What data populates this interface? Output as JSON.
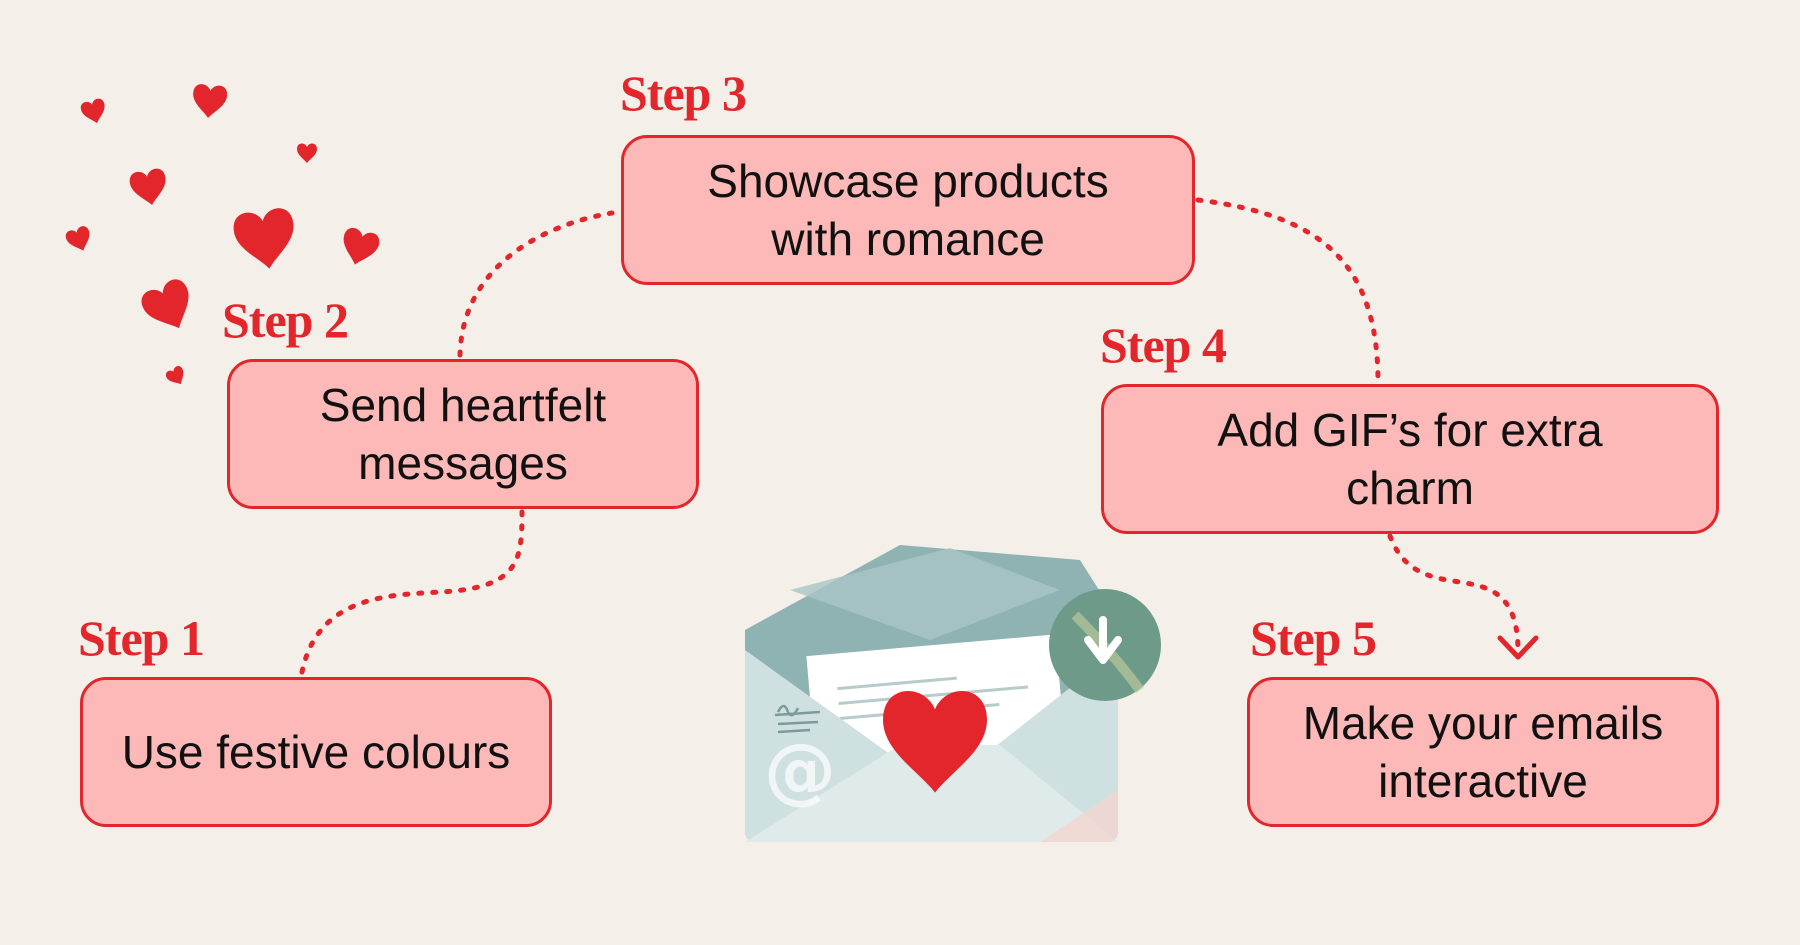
{
  "steps": [
    {
      "label": "Step 1",
      "text": "Use festive colours"
    },
    {
      "label": "Step 2",
      "text": "Send heartfelt messages"
    },
    {
      "label": "Step 3",
      "text": "Showcase products with romance"
    },
    {
      "label": "Step 4",
      "text": "Add GIF’s for extra charm"
    },
    {
      "label": "Step 5",
      "text": "Make your emails interactive"
    }
  ],
  "colors": {
    "background": "#f4efe8",
    "accent": "#e3262b",
    "box_fill": "#fdb9b7",
    "envelope": "#cfe0e0",
    "envelope_dark": "#8fb2b2"
  },
  "icons": [
    "heart-icon",
    "envelope-icon",
    "at-sign-icon",
    "download-arrow-icon"
  ]
}
